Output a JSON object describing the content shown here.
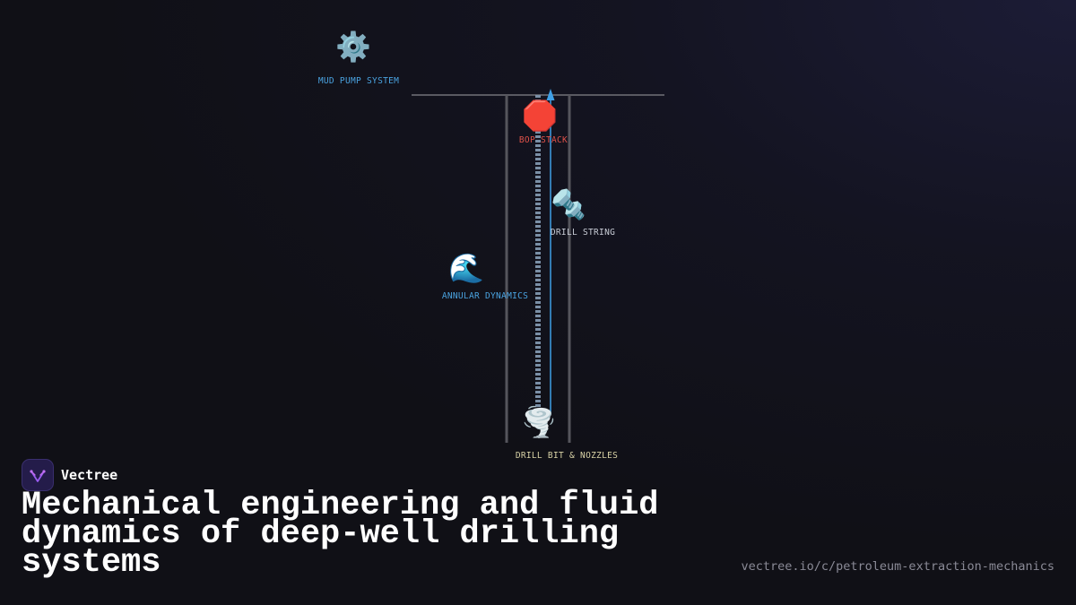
{
  "diagram": {
    "nodes": [
      {
        "icon": "gear-icon",
        "glyph": "⚙️",
        "label": "MUD PUMP SYSTEM",
        "color": "#4aa3e0"
      },
      {
        "icon": "stop-sign-icon",
        "glyph": "🛑",
        "label": "BOP STACK",
        "color": "#e0524a"
      },
      {
        "icon": "nut-and-bolt-icon",
        "glyph": "🔩",
        "label": "DRILL STRING",
        "color": "#c8ccd6"
      },
      {
        "icon": "wave-icon",
        "glyph": "🌊",
        "label": "ANNULAR DYNAMICS",
        "color": "#4aa3e0"
      },
      {
        "icon": "tornado-icon",
        "glyph": "🌪️",
        "label": "DRILL BIT & NOZZLES",
        "color": "#d8d2a6"
      }
    ],
    "colors": {
      "casing": "#55555c",
      "surface_line": "#5a5a62",
      "drill_pipe": "#7a8fa6",
      "flow_arrow": "#3fa0e6"
    }
  },
  "brand": {
    "name": "Vectree",
    "icon": "vectree-logo-icon"
  },
  "title": "Mechanical engineering and fluid dynamics of deep-well drilling systems",
  "url": "vectree.io/c/petroleum-extraction-mechanics"
}
